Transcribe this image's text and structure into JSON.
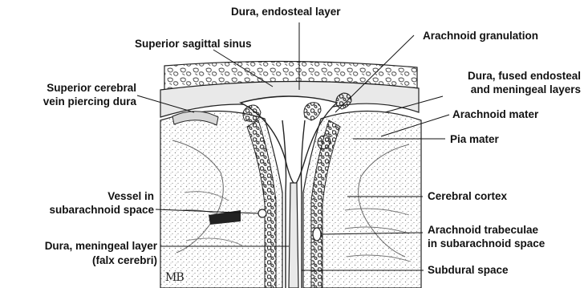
{
  "labels": {
    "dura_endosteal": "Dura, endosteal layer",
    "superior_sagittal_sinus": "Superior sagittal sinus",
    "arachnoid_granulation": "Arachnoid granulation",
    "superior_cerebral_vein_1": "Superior cerebral",
    "superior_cerebral_vein_2": "vein piercing dura",
    "dura_fused_1": "Dura, fused endosteal",
    "dura_fused_2": "and meningeal layers",
    "arachnoid_mater": "Arachnoid mater",
    "pia_mater": "Pia mater",
    "vessel_subarachnoid_1": "Vessel in",
    "vessel_subarachnoid_2": "subarachnoid space",
    "cerebral_cortex": "Cerebral cortex",
    "arachnoid_trabeculae_1": "Arachnoid trabeculae",
    "arachnoid_trabeculae_2": "in subarachnoid space",
    "dura_meningeal_1": "Dura, meningeal layer",
    "dura_meningeal_2": "(falx cerebri)",
    "subdural_space": "Subdural space"
  },
  "signature": "MB",
  "colors": {
    "ink": "#111111",
    "dura": "#ececec",
    "sinus": "#ffffff",
    "cortex_stipple": "#9a9a9a",
    "background": "#ffffff"
  }
}
